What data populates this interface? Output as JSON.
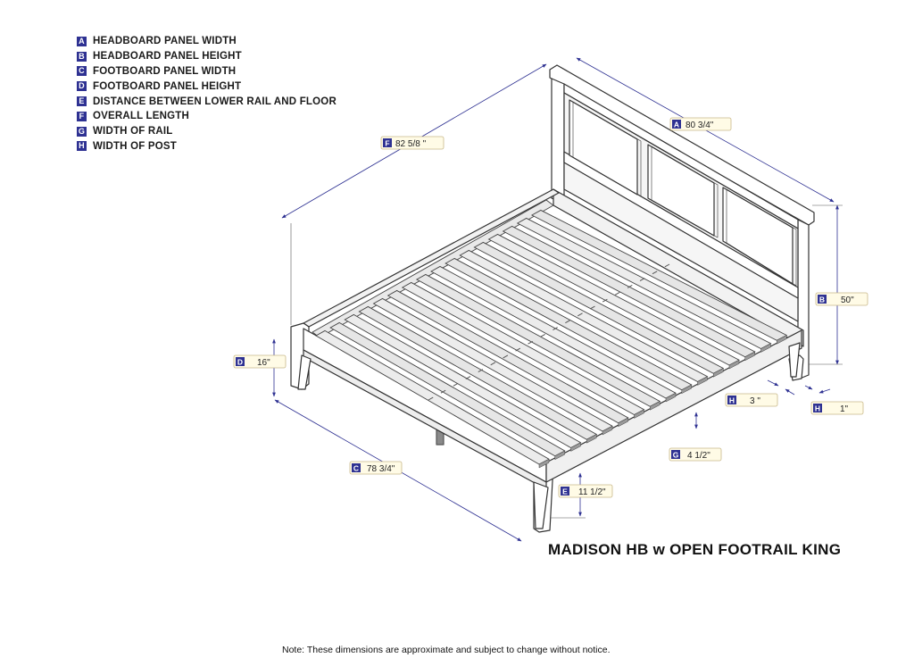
{
  "legend": [
    {
      "key": "A",
      "text": "HEADBOARD PANEL WIDTH"
    },
    {
      "key": "B",
      "text": "HEADBOARD PANEL HEIGHT"
    },
    {
      "key": "C",
      "text": "FOOTBOARD PANEL WIDTH"
    },
    {
      "key": "D",
      "text": "FOOTBOARD PANEL HEIGHT"
    },
    {
      "key": "E",
      "text": "DISTANCE BETWEEN LOWER RAIL AND FLOOR"
    },
    {
      "key": "F",
      "text": "OVERALL LENGTH"
    },
    {
      "key": "G",
      "text": "WIDTH OF RAIL"
    },
    {
      "key": "H",
      "text": "WIDTH OF POST"
    }
  ],
  "dimensions": {
    "A": {
      "key": "A",
      "value": "80 3/4\""
    },
    "B": {
      "key": "B",
      "value": "50\""
    },
    "C": {
      "key": "C",
      "value": "78 3/4\""
    },
    "D": {
      "key": "D",
      "value": "16\""
    },
    "E": {
      "key": "E",
      "value": "11 1/2\""
    },
    "F": {
      "key": "F",
      "value": "82 5/8 \""
    },
    "G": {
      "key": "G",
      "value": "4 1/2\""
    },
    "H_post": {
      "key": "H",
      "value": "3 \""
    },
    "H_end": {
      "key": "H",
      "value": "1\""
    }
  },
  "title": "MADISON HB w OPEN FOOTRAIL KING",
  "note": "Note:  These dimensions are approximate and subject to change without notice.",
  "colors": {
    "accent": "#2e3192",
    "label_fill": "#fffbe6",
    "label_border": "#c9b98a",
    "line": "#333333",
    "dim_line": "#2e3192"
  }
}
